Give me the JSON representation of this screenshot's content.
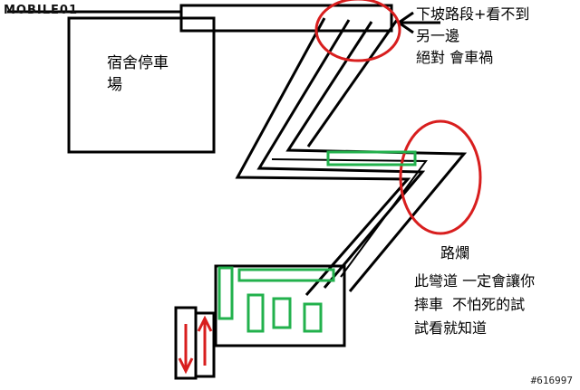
{
  "logo": {
    "text": "MOBILE01",
    "mark": "mobile01-logo"
  },
  "labels": {
    "dorm_parking": "宿舍停車\n場",
    "warning_top": "下坡路段+看不到\n另一邊\n絕對 會車禍",
    "bad_road": "路爛",
    "curve_warning": "此彎道 一定會讓你\n摔車  不怕死的試\n試看就知道"
  },
  "watermark": "#616997",
  "colors": {
    "ink": "#000000",
    "highlight_red": "#d81e1e",
    "marker_green": "#22b14c",
    "background": "#ffffff"
  }
}
